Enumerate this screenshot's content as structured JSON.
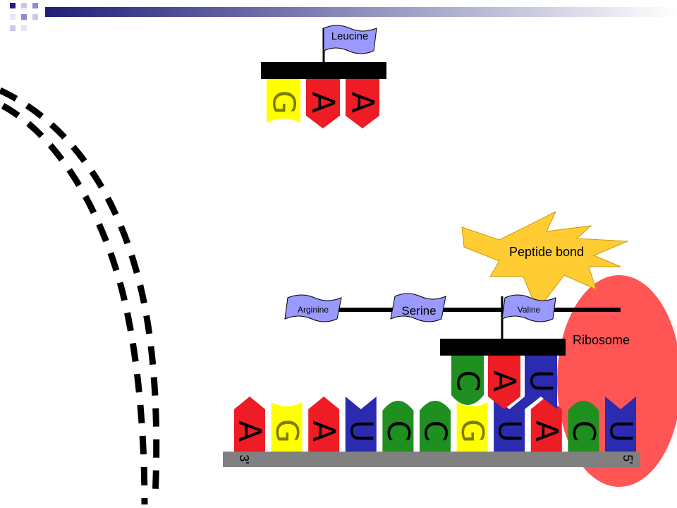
{
  "slide": {
    "corner_squares": [
      "#1f1f7a",
      "#8c8ccf",
      "#c9c9ea",
      "#e6e6f6"
    ],
    "header_gradient": [
      "#1f1f7a",
      "#ffffff"
    ]
  },
  "colors": {
    "A": "#ee1c25",
    "G": "#ffff00",
    "U": "#2b2bb2",
    "C": "#1f8f1f",
    "flag": "#9999ff",
    "ribosome": "#ff5555",
    "burst": "#ffcc33",
    "bar": "#000000",
    "strand": "#808080"
  },
  "labels": {
    "leucine": "Leucine",
    "arginine": "Arginine",
    "serine": "Serine",
    "valine": "Valine",
    "peptide_bond": "Peptide bond",
    "ribosome": "Ribosome",
    "end_left": "3'",
    "end_right": "5'"
  },
  "trna_top": {
    "amino_acid": "Leucine",
    "anticodon": [
      "G",
      "A",
      "A"
    ]
  },
  "trna_bound": {
    "amino_acid": "Valine",
    "anticodon": [
      "C",
      "A",
      "U"
    ]
  },
  "mrna": [
    "A",
    "G",
    "A",
    "U",
    "C",
    "C",
    "G",
    "U",
    "A",
    "C",
    "U"
  ],
  "chain": [
    "Arginine",
    "Serine",
    "Valine"
  ]
}
